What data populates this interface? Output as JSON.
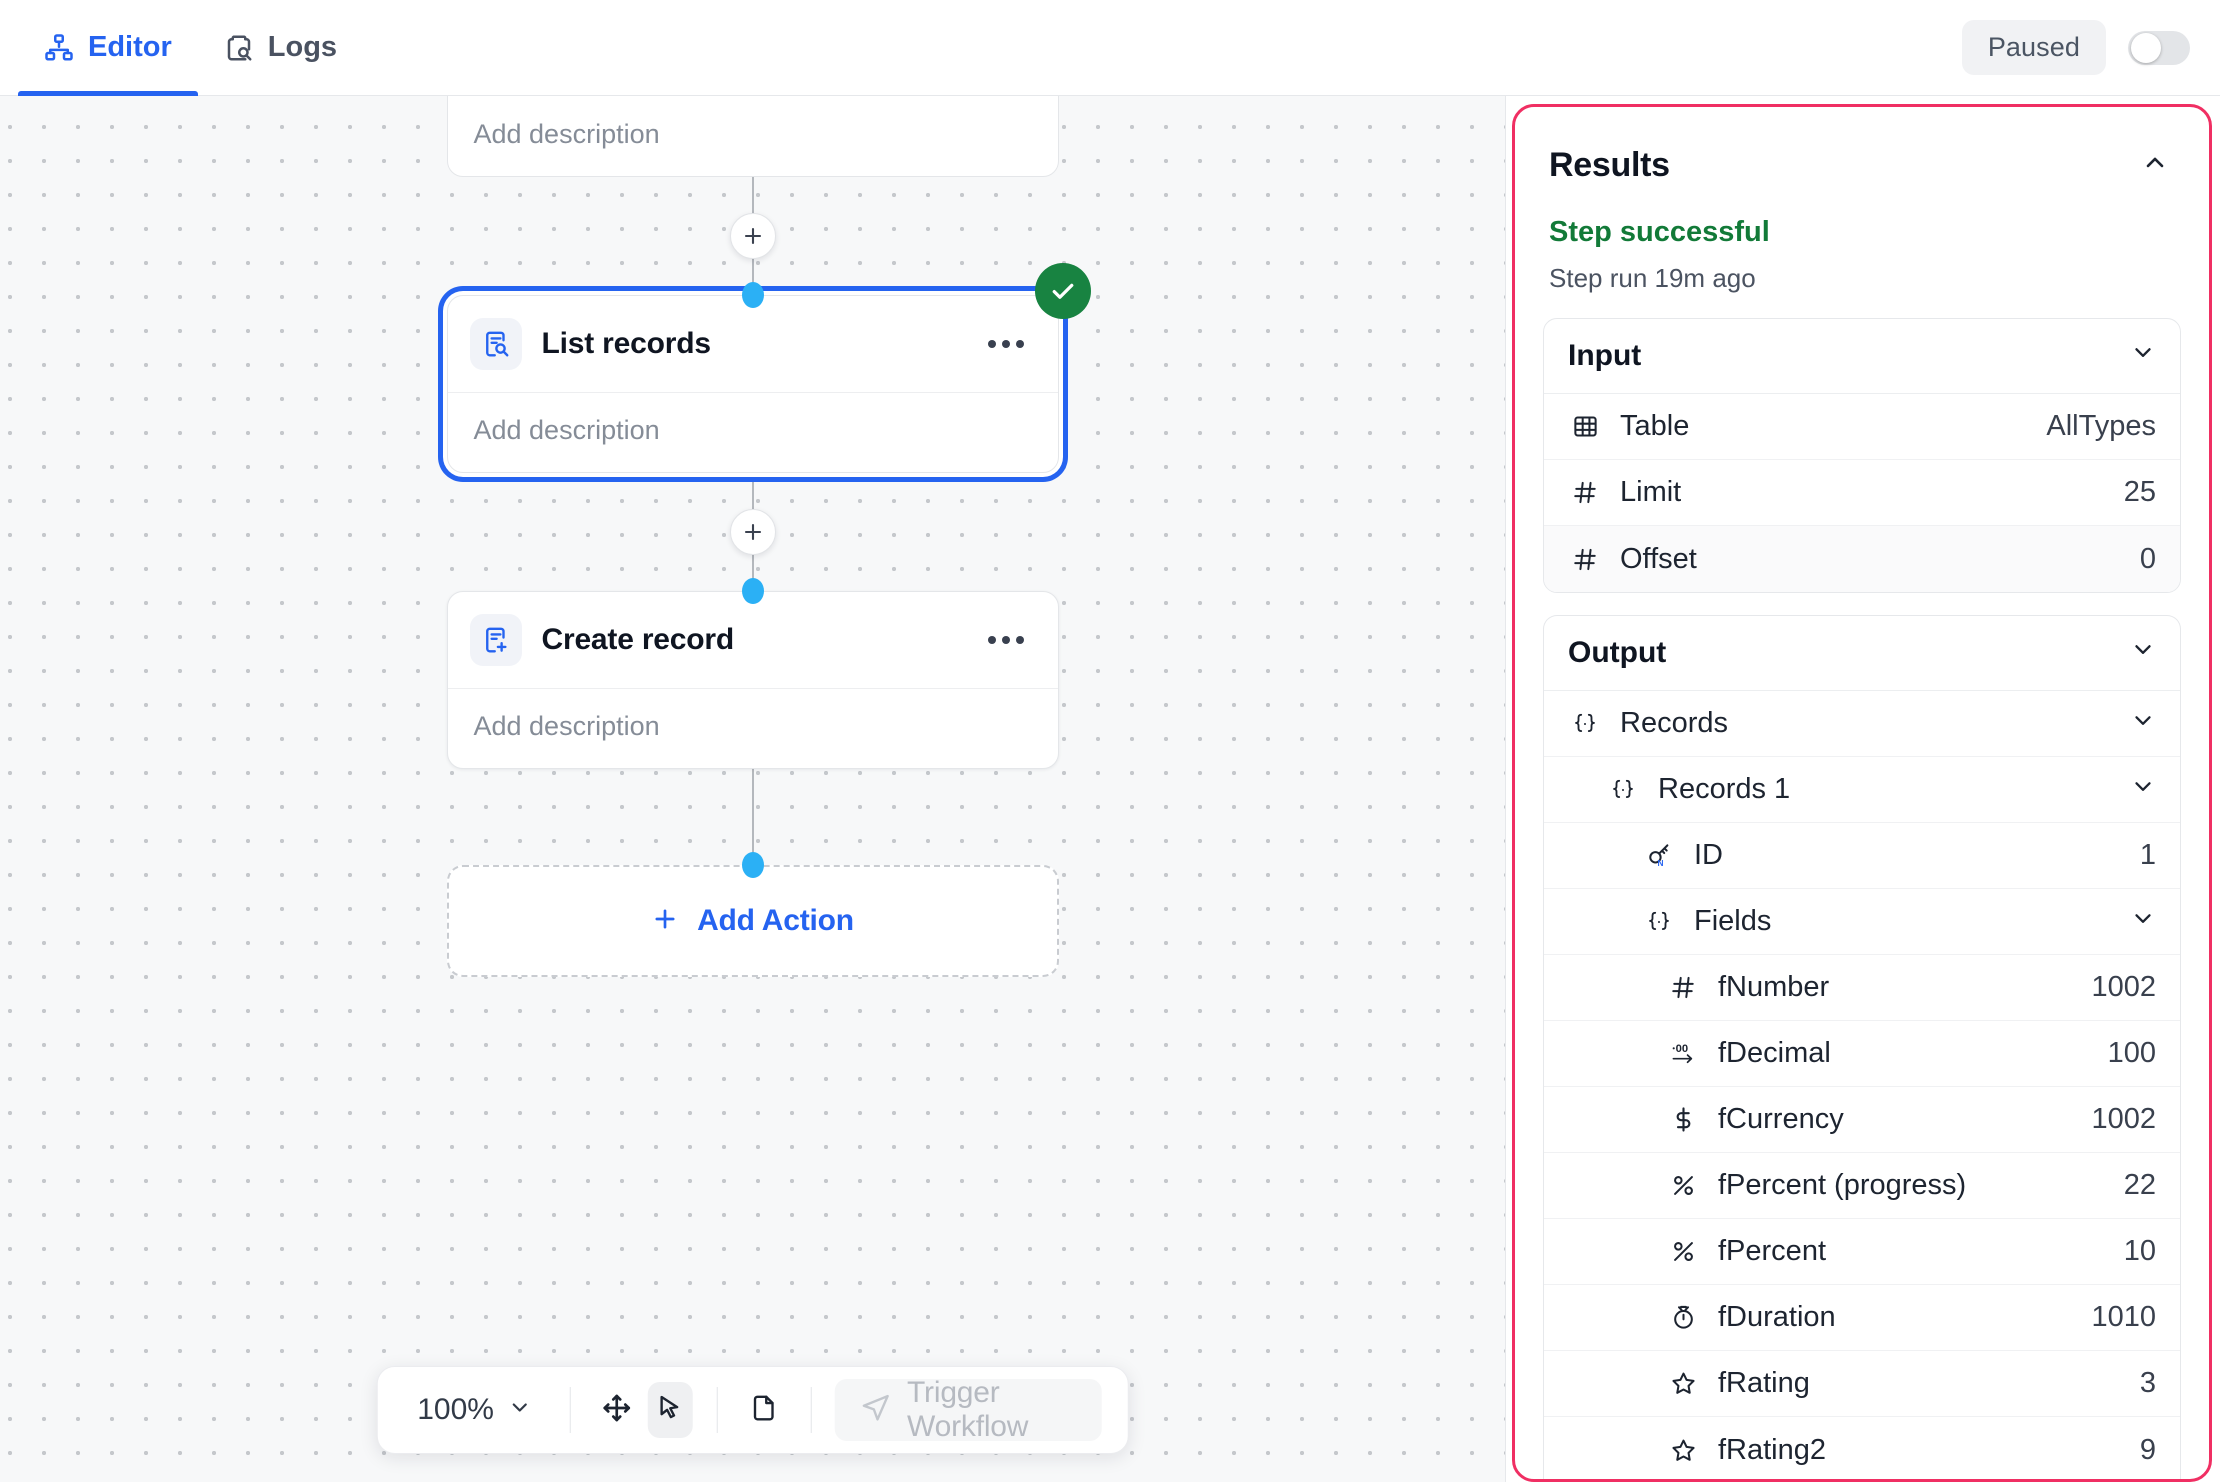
{
  "topbar": {
    "tabs": [
      {
        "label": "Editor",
        "icon": "sitemap-icon",
        "active": true
      },
      {
        "label": "Logs",
        "icon": "clipboard-search-icon",
        "active": false
      }
    ],
    "status_chip": "Paused",
    "toggle_state": "off"
  },
  "canvas": {
    "top_partial_node": {
      "description_placeholder": "Add description"
    },
    "nodes": [
      {
        "title": "List records",
        "icon": "document-search-icon",
        "description_placeholder": "Add description",
        "menu": "more-options",
        "selected": true,
        "status": "success"
      },
      {
        "title": "Create record",
        "icon": "document-plus-icon",
        "description_placeholder": "Add description",
        "menu": "more-options",
        "selected": false,
        "status": "none"
      }
    ],
    "add_action_label": "Add Action"
  },
  "toolbar": {
    "zoom_level": "100%",
    "buttons": [
      {
        "name": "pan-tool",
        "icon": "move-icon",
        "active": false
      },
      {
        "name": "select-tool",
        "icon": "cursor-icon",
        "active": true
      },
      {
        "name": "page-tool",
        "icon": "page-icon",
        "active": false
      }
    ],
    "trigger_label": "Trigger Workflow"
  },
  "results": {
    "title": "Results",
    "collapse_icon": "chevron-up-icon",
    "status": "Step successful",
    "status_color": "#127a38",
    "subtitle": "Step run 19m ago",
    "input": {
      "title": "Input",
      "rows": [
        {
          "icon": "table-icon",
          "key": "Table",
          "value": "AllTypes",
          "shaded": false
        },
        {
          "icon": "hash-icon",
          "key": "Limit",
          "value": "25",
          "shaded": false
        },
        {
          "icon": "hash-icon",
          "key": "Offset",
          "value": "0",
          "shaded": true
        }
      ]
    },
    "output": {
      "title": "Output",
      "tree": [
        {
          "icon": "braces-icon",
          "key": "Records",
          "value": "",
          "indent": 1,
          "expandable": true
        },
        {
          "icon": "braces-icon",
          "key": "Records 1",
          "value": "",
          "indent": 2,
          "expandable": true
        },
        {
          "icon": "key-icon",
          "key": "ID",
          "value": "1",
          "indent": 3,
          "expandable": false
        },
        {
          "icon": "braces-icon",
          "key": "Fields",
          "value": "",
          "indent": 3,
          "expandable": true
        },
        {
          "icon": "hash-icon",
          "key": "fNumber",
          "value": "1002",
          "indent": 4,
          "expandable": false
        },
        {
          "icon": "decimal-icon",
          "key": "fDecimal",
          "value": "100",
          "indent": 4,
          "expandable": false
        },
        {
          "icon": "dollar-icon",
          "key": "fCurrency",
          "value": "1002",
          "indent": 4,
          "expandable": false
        },
        {
          "icon": "percent-icon",
          "key": "fPercent (progress)",
          "value": "22",
          "indent": 4,
          "expandable": false
        },
        {
          "icon": "percent-icon",
          "key": "fPercent",
          "value": "10",
          "indent": 4,
          "expandable": false
        },
        {
          "icon": "timer-icon",
          "key": "fDuration",
          "value": "1010",
          "indent": 4,
          "expandable": false
        },
        {
          "icon": "star-icon",
          "key": "fRating",
          "value": "3",
          "indent": 4,
          "expandable": false
        },
        {
          "icon": "star-icon",
          "key": "fRating2",
          "value": "9",
          "indent": 4,
          "expandable": false
        }
      ]
    }
  },
  "colors": {
    "accent_blue": "#2563f0",
    "panel_border_pink": "#f02f63",
    "success_green": "#188341",
    "port_blue": "#2bb0f5"
  }
}
